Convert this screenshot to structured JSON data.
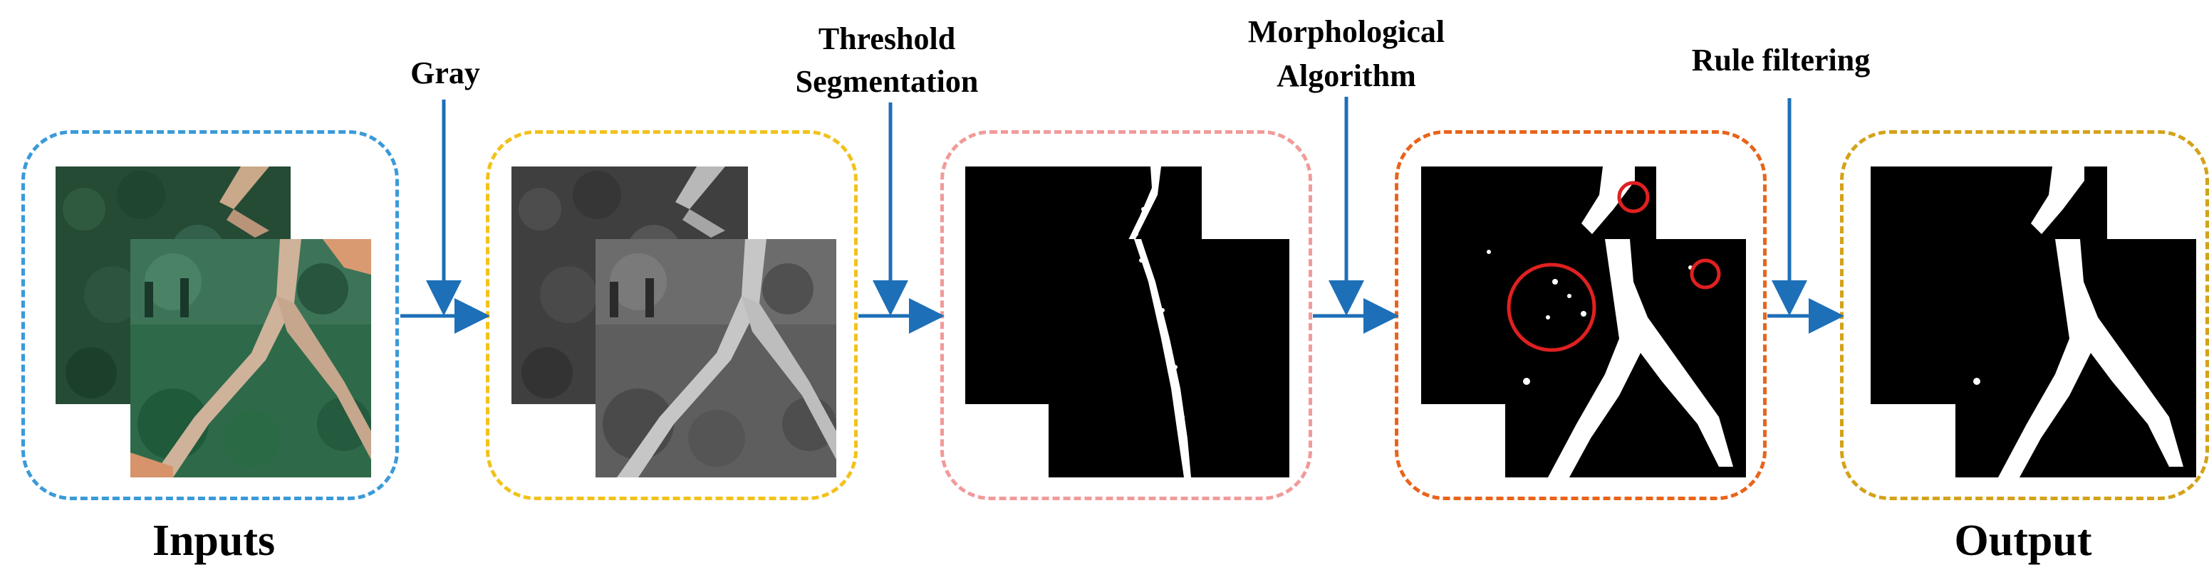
{
  "colors": {
    "arrow": "#1d6fb8",
    "inputs_border": "#3a9ad9",
    "gray_border": "#f2c21b",
    "threshold_border": "#f19a9a",
    "morph_border": "#e8641b",
    "output_border": "#d4a21a",
    "highlight_circle": "#e02020"
  },
  "steps": {
    "gray": "Gray",
    "threshold_line1": "Threshold",
    "threshold_line2": "Segmentation",
    "morph_line1": "Morphological",
    "morph_line2": "Algorithm",
    "rule": "Rule filtering"
  },
  "labels": {
    "inputs": "Inputs",
    "output": "Output"
  },
  "panels": [
    {
      "name": "inputs",
      "content": "satellite RGB image pair"
    },
    {
      "name": "gray",
      "content": "grayscale image pair"
    },
    {
      "name": "threshold",
      "content": "binary segmentation"
    },
    {
      "name": "morphological",
      "content": "binary after morphology with highlighted noise"
    },
    {
      "name": "output",
      "content": "filtered binary result"
    }
  ]
}
